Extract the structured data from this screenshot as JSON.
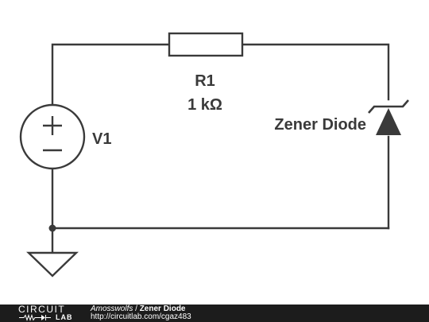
{
  "schematic": {
    "resistor": {
      "name": "R1",
      "value": "1 kΩ"
    },
    "source": {
      "name": "V1",
      "plus_symbol": "+",
      "minus_symbol": "−"
    },
    "diode": {
      "name": "Zener Diode"
    }
  },
  "footer": {
    "logo_top": "CIRCUIT",
    "logo_bottom": "LAB",
    "author": "Amosswolfs",
    "separator": " / ",
    "title": "Zener Diode",
    "url": "http://circuitlab.com/cgaz483"
  },
  "colors": {
    "ink": "#3a3a3a",
    "footer_bg": "#1c1c1c",
    "footer_text": "#ffffff"
  }
}
